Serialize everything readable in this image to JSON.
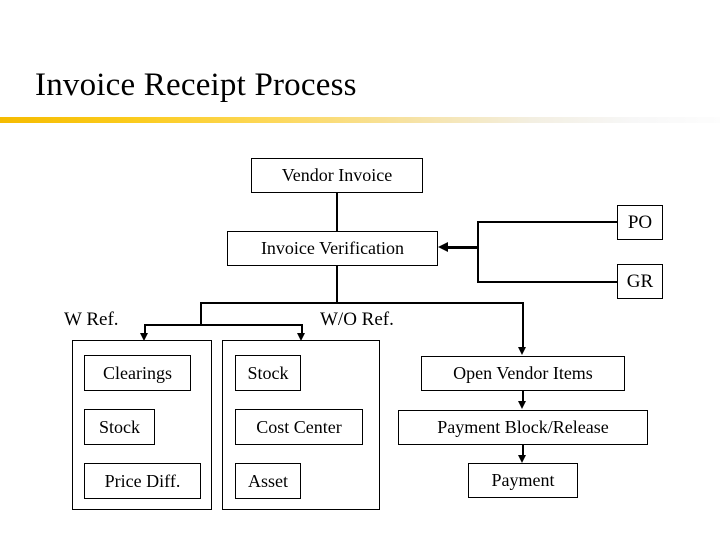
{
  "slide": {
    "title": "Invoice Receipt Process",
    "accent_color": "#f5bb00",
    "line_color": "#000000",
    "background": "#ffffff"
  },
  "diagram": {
    "type": "flowchart",
    "nodes": {
      "vendor_invoice": "Vendor Invoice",
      "invoice_verification": "Invoice Verification",
      "po": "PO",
      "gr": "GR",
      "open_vendor_items": "Open Vendor Items",
      "payment_block_release": "Payment Block/Release",
      "payment": "Payment"
    },
    "branch_labels": {
      "with_reference": "W Ref.",
      "without_reference": "W/O Ref."
    },
    "group_with_reference": {
      "items": [
        "Clearings",
        "Stock",
        "Price Diff."
      ]
    },
    "group_without_reference": {
      "items": [
        "Stock",
        "Cost Center",
        "Asset"
      ]
    },
    "edges": [
      {
        "from": "vendor_invoice",
        "to": "invoice_verification",
        "style": "plain"
      },
      {
        "from": "po",
        "to": "invoice_verification",
        "style": "arrow-left"
      },
      {
        "from": "gr",
        "to": "invoice_verification",
        "style": "arrow-left"
      },
      {
        "from": "invoice_verification",
        "to": "group_with_reference",
        "style": "arrow-down"
      },
      {
        "from": "invoice_verification",
        "to": "group_without_reference",
        "style": "arrow-down"
      },
      {
        "from": "invoice_verification",
        "to": "open_vendor_items",
        "style": "arrow-down"
      },
      {
        "from": "open_vendor_items",
        "to": "payment_block_release",
        "style": "arrow-down"
      },
      {
        "from": "payment_block_release",
        "to": "payment",
        "style": "arrow-down"
      }
    ]
  }
}
